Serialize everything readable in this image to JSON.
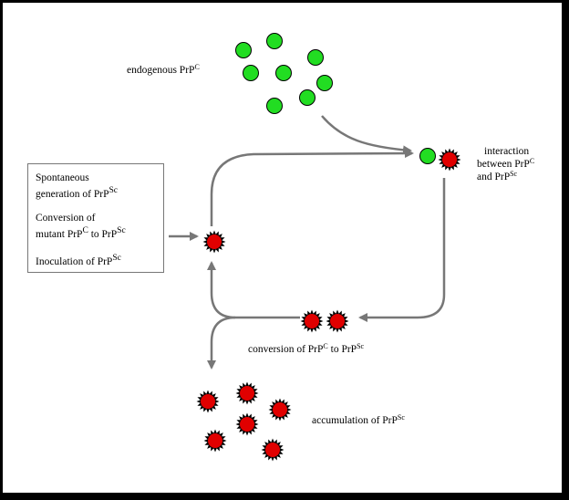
{
  "colors": {
    "prpc": "#22dd22",
    "prpsc": "#e00000",
    "arrow": "#777777",
    "background": "#ffffff",
    "frame": "#000000"
  },
  "labels": {
    "endogenous": {
      "text": "endogenous PrP",
      "sup": "C"
    },
    "interaction": {
      "line1": "interaction",
      "line2_text": "between PrP",
      "line2_sup": "C",
      "line3_text": "and PrP",
      "line3_sup": "Sc"
    },
    "conversion": {
      "text1": "conversion of PrP",
      "sup1": "C",
      "text2": " to PrP",
      "sup2": "Sc"
    },
    "accumulation": {
      "text": "accumulation of PrP",
      "sup": "Sc"
    }
  },
  "sources": {
    "spontaneous": {
      "line1": "Spontaneous",
      "line2_text": "generation of PrP",
      "line2_sup": "Sc"
    },
    "mutant": {
      "line1": "Conversion of",
      "line2_a": "mutant PrP",
      "line2_sup1": "C",
      "line2_b": " to PrP",
      "line2_sup2": "Sc"
    },
    "inoculation": {
      "text": "Inoculation of PrP",
      "sup": "Sc"
    }
  }
}
